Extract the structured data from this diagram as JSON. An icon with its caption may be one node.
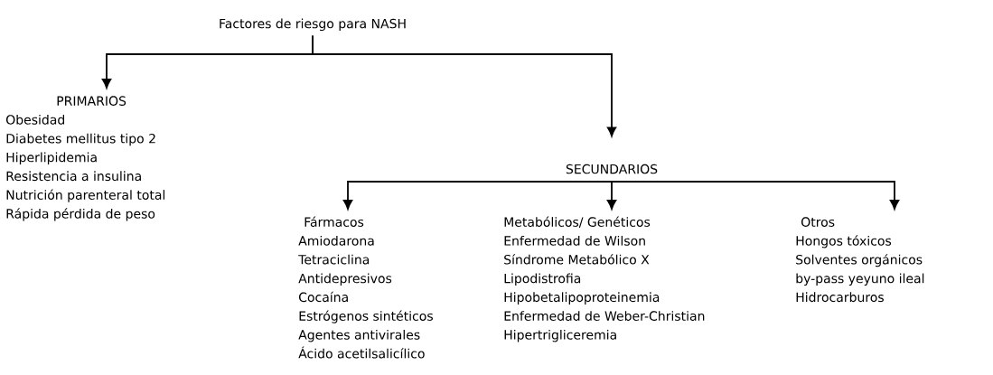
{
  "diagram": {
    "nodes": [
      {
        "text": [
          "Factores de riesgo para NASH"
        ]
      },
      {
        "text": [
          "PRIMARIOS",
          "Obesidad",
          "Diabetes mellitus tipo 2",
          "Hiperlipidemia",
          "Resistencia a insulina",
          "Nutrición parenteral total",
          "Rápida pérdida de peso"
        ]
      },
      {
        "text": [
          "SECUNDARIOS"
        ]
      },
      {
        "text": [
          "Fármacos",
          "Amiodarona",
          "Tetraciclina",
          "Antidepresivos",
          "Cocaína",
          "Estrógenos sintéticos",
          "Agentes antivirales",
          "Ácido acetilsalicílico"
        ]
      },
      {
        "text": [
          "Metabólicos/ Genéticos",
          "Enfermedad de Wilson",
          "Síndrome Metabólico X",
          "Lipodistrofia",
          "Hipobetalipoproteinemia",
          "Enfermedad de Weber-Christian",
          "Hipertrigliceremia"
        ]
      },
      {
        "text": [
          "Otros",
          "Hongos tóxicos",
          "Solventes orgánicos",
          "by-pass yeyuno ileal",
          "Hidrocarburos"
        ]
      }
    ],
    "edges": [
      {
        "from": 0,
        "to": 1,
        "arrow": "to"
      },
      {
        "from": 0,
        "to": 2,
        "arrow": "to"
      },
      {
        "from": 2,
        "to": 3,
        "arrow": "to"
      },
      {
        "from": 2,
        "to": 4,
        "arrow": "to"
      },
      {
        "from": 2,
        "to": 5,
        "arrow": "to"
      }
    ]
  }
}
